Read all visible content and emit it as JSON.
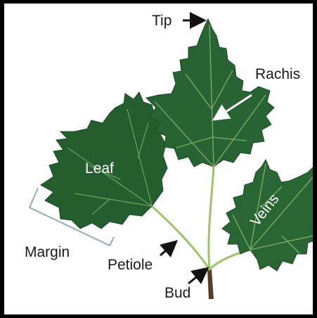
{
  "labels": {
    "tip": "Tip",
    "rachis": "Rachis",
    "leaf": "Leaf",
    "veins": "Veins",
    "margin": "Margin",
    "petiole": "Petiole",
    "bud": "Bud"
  },
  "colors": {
    "leaf_dark": "#1f5a2c",
    "leaf_mid": "#2c6e37",
    "vein": "#8fbf70",
    "stem": "#9cc56a",
    "bud": "#5a3a28",
    "margin_bracket": "#8fb0ad",
    "frame": "#000000"
  }
}
